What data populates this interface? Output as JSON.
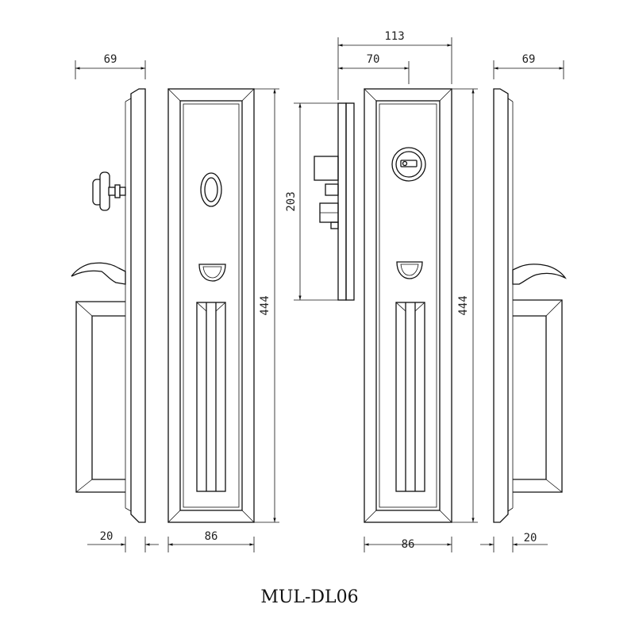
{
  "model": "MUL-DL06",
  "dimensions": {
    "left_side_width": "69",
    "left_side_depth": "20",
    "front_left_width": "86",
    "front_left_height": "444",
    "mortise_width": "113",
    "mortise_backset": "70",
    "mortise_height": "203",
    "front_right_height": "444",
    "front_right_width": "86",
    "right_side_width": "69",
    "right_side_depth": "20"
  }
}
